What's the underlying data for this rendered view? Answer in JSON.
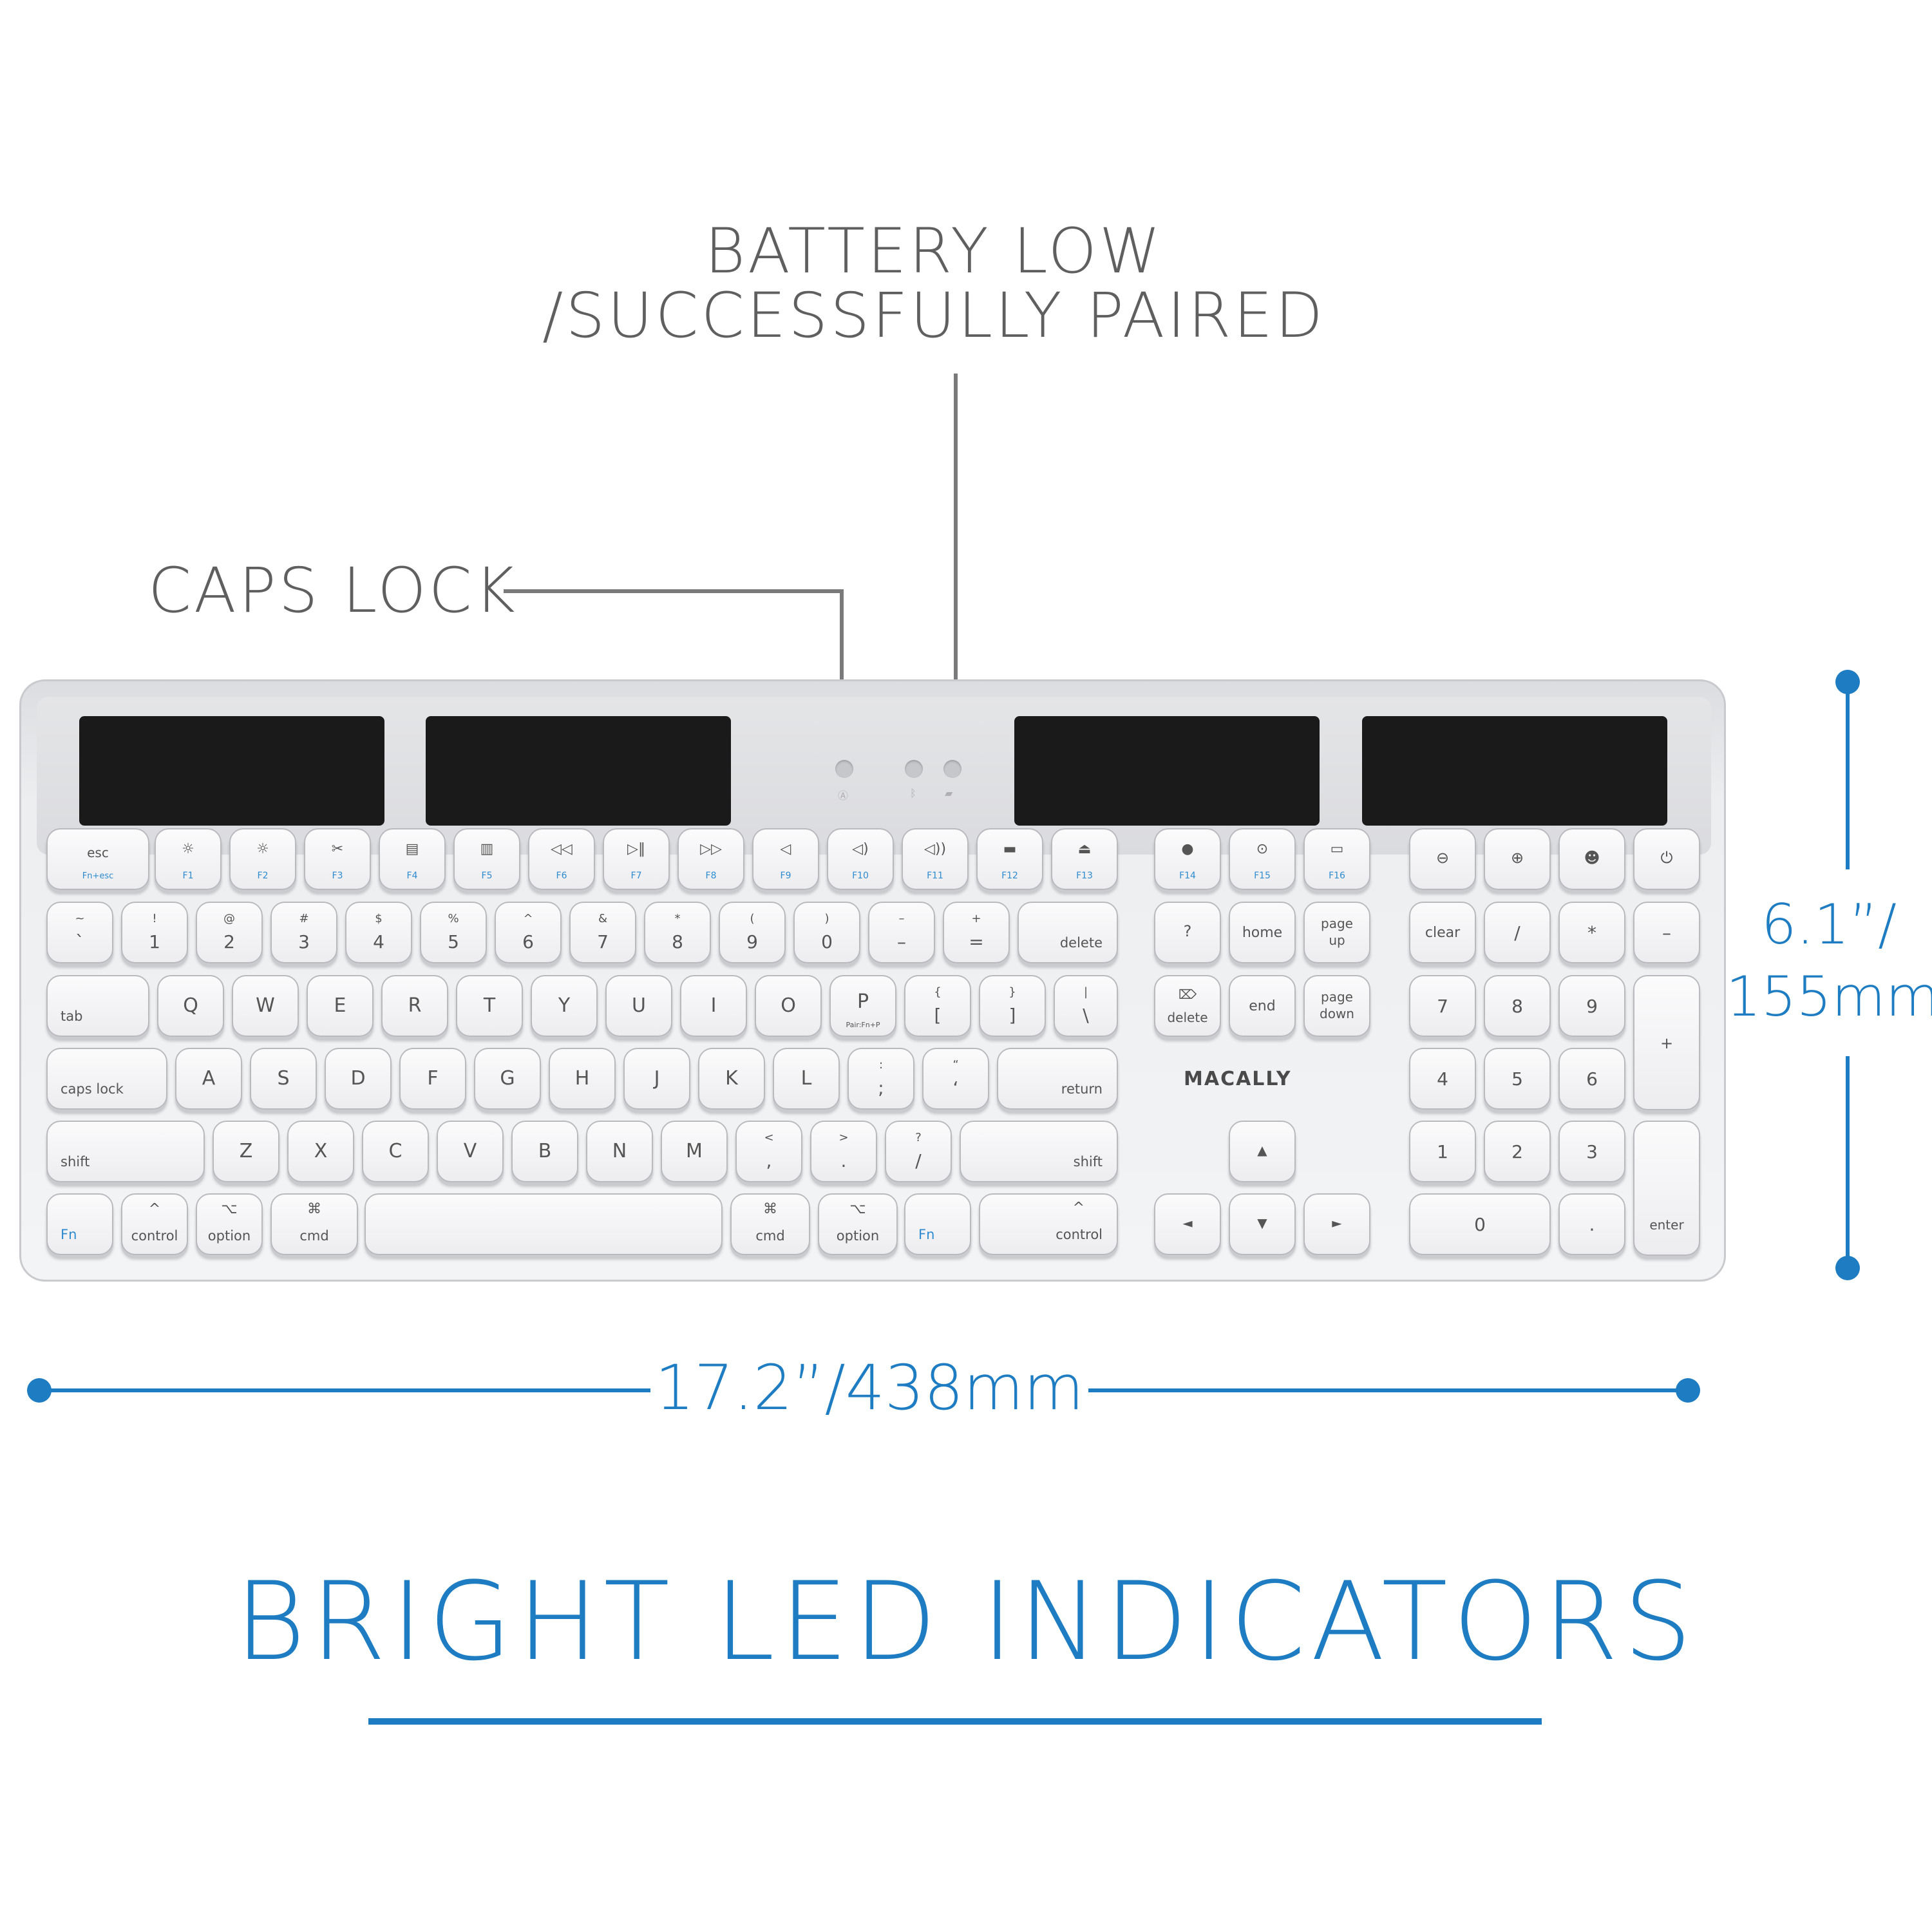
{
  "callouts": {
    "battery_line1": "BATTERY LOW",
    "battery_line2": "/SUCCESSFULLY PAIRED",
    "caps_lock": "CAPS LOCK"
  },
  "dimensions": {
    "height_line1": "6.1”/",
    "height_line2": "155mm",
    "width": "17.2”/438mm"
  },
  "brand": "MACALLY",
  "title": "BRIGHT LED INDICATORS",
  "colors": {
    "accent": "#1e7cc2",
    "callout_gray": "#5f5f5f",
    "fn_label": "#2e8bd0"
  },
  "keys": {
    "esc": "esc",
    "esc_sub": "Fn+esc",
    "f1": "F1",
    "f2": "F2",
    "f3": "F3",
    "f4": "F4",
    "f5": "F5",
    "f6": "F6",
    "f7": "F7",
    "f8": "F8",
    "f9": "F9",
    "f10": "F10",
    "f11": "F11",
    "f12": "F12",
    "f13": "F13",
    "f14": "F14",
    "f15": "F15",
    "f16": "F16",
    "n_tilde": "~",
    "n_grave": "`",
    "n1s": "!",
    "n1": "1",
    "n2s": "@",
    "n2": "2",
    "n3s": "#",
    "n3": "3",
    "n4s": "$",
    "n4": "4",
    "n5s": "%",
    "n5": "5",
    "n6s": "^",
    "n6": "6",
    "n7s": "&",
    "n7": "7",
    "n8s": "*",
    "n8": "8",
    "n9s": "(",
    "n9": "9",
    "n0s": ")",
    "n0": "0",
    "minus_s": "–",
    "minus": "–",
    "equal_s": "+",
    "equal": "=",
    "delete": "delete",
    "home": "home",
    "page_up_1": "page",
    "page_up_2": "up",
    "clear": "clear",
    "kp_slash": "/",
    "kp_star": "*",
    "kp_minus": "–",
    "tab": "tab",
    "q": "Q",
    "w": "W",
    "e": "E",
    "r": "R",
    "t": "T",
    "y": "Y",
    "u": "U",
    "i": "I",
    "o": "O",
    "p": "P",
    "p_sub": "Pair:Fn+P",
    "lbr_s": "{",
    "lbr": "[",
    "rbr_s": "}",
    "rbr": "]",
    "bsl_s": "|",
    "bsl": "\\",
    "fwd_delete": "delete",
    "end": "end",
    "page_down_1": "page",
    "page_down_2": "down",
    "kp7": "7",
    "kp8": "8",
    "kp9": "9",
    "kp_plus": "+",
    "caps_lock": "caps lock",
    "a": "A",
    "s": "S",
    "d": "D",
    "f": "F",
    "g": "G",
    "h": "H",
    "j": "J",
    "k": "K",
    "l": "L",
    "semi_s": ":",
    "semi": ";",
    "quote_s": "“",
    "quote": "‘",
    "return": "return",
    "kp4": "4",
    "kp5": "5",
    "kp6": "6",
    "shift": "shift",
    "z": "Z",
    "x": "X",
    "c": "C",
    "v": "V",
    "b": "B",
    "n": "N",
    "m": "M",
    "comma_s": "<",
    "comma": ",",
    "period_s": ">",
    "period": ".",
    "slash_s": "?",
    "slash": "/",
    "kp1": "1",
    "kp2": "2",
    "kp3": "3",
    "fn": "Fn",
    "control": "control",
    "option": "option",
    "cmd": "cmd",
    "kp0": "0",
    "kp_dot": ".",
    "enter": "enter",
    "caret": "^",
    "opt_sym": "⌥",
    "cmd_sym": "⌘",
    "arrow_up": "▲",
    "arrow_left": "◄",
    "arrow_down": "▼",
    "arrow_right": "►"
  }
}
